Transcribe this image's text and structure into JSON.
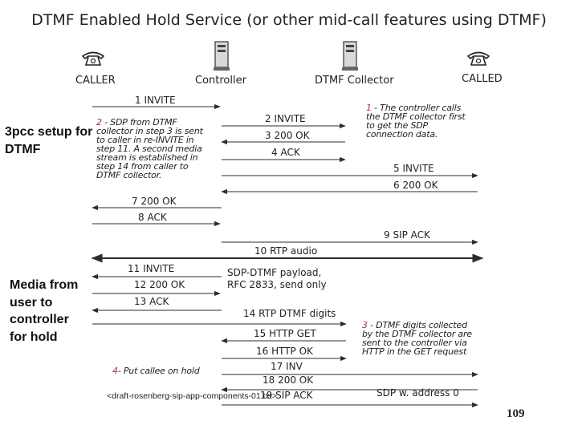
{
  "title": "DTMF Enabled Hold Service (or other mid-call features using DTMF)",
  "actors": {
    "caller": "CALLER",
    "controller": "Controller",
    "collector": "DTMF Collector",
    "called": "CALLED"
  },
  "icons": {
    "caller": "telephone-icon",
    "controller": "server-icon",
    "collector": "server-icon",
    "called": "telephone-icon"
  },
  "messages": {
    "m1": "1  INVITE",
    "m2": "2  INVITE",
    "m3": "3  200 OK",
    "m4": "4  ACK",
    "m5": "5  INVITE",
    "m6": "6  200 OK",
    "m7": "7  200 OK",
    "m8": "8  ACK",
    "m9": "9  SIP ACK",
    "m10": "10  RTP audio",
    "m11": "11  INVITE",
    "m12": "12  200 OK",
    "m13": "13  ACK",
    "m14": "14  RTP DTMF digits",
    "m15": "15  HTTP GET",
    "m16": "16  HTTP OK",
    "m17": "17 INV",
    "m18": "18 200 OK",
    "m19": "19 SIP ACK"
  },
  "notes": {
    "n1_num": "1",
    "n1": " - The controller  calls the DTMF collector first to get the SDP connection data.",
    "n2_num": "2",
    "n2": " - SDP from DTMF collector in step 3 is sent to caller in re-INVITE in step 11. A second media stream is established in step 14 from caller to DTMF collector.",
    "n3_num": "3",
    "n3": " - DTMF digits collected by the DTMF collector are sent to the controller via  HTTP in the GET request",
    "n4_num": "4",
    "n4": "- Put callee on hold",
    "sdp": "SDP-DTMF payload, RFC 2833, send only",
    "sdp_addr": "SDP w. address 0"
  },
  "side_labels": {
    "setup": "3pcc setup for DTMF",
    "media": "Media from user to controller for hold"
  },
  "reference": "<draft-rosenberg-sip-app-components-01.txt>",
  "page_number": "109",
  "colors": {
    "lines": "#2b2b2b",
    "text": "#222222"
  }
}
